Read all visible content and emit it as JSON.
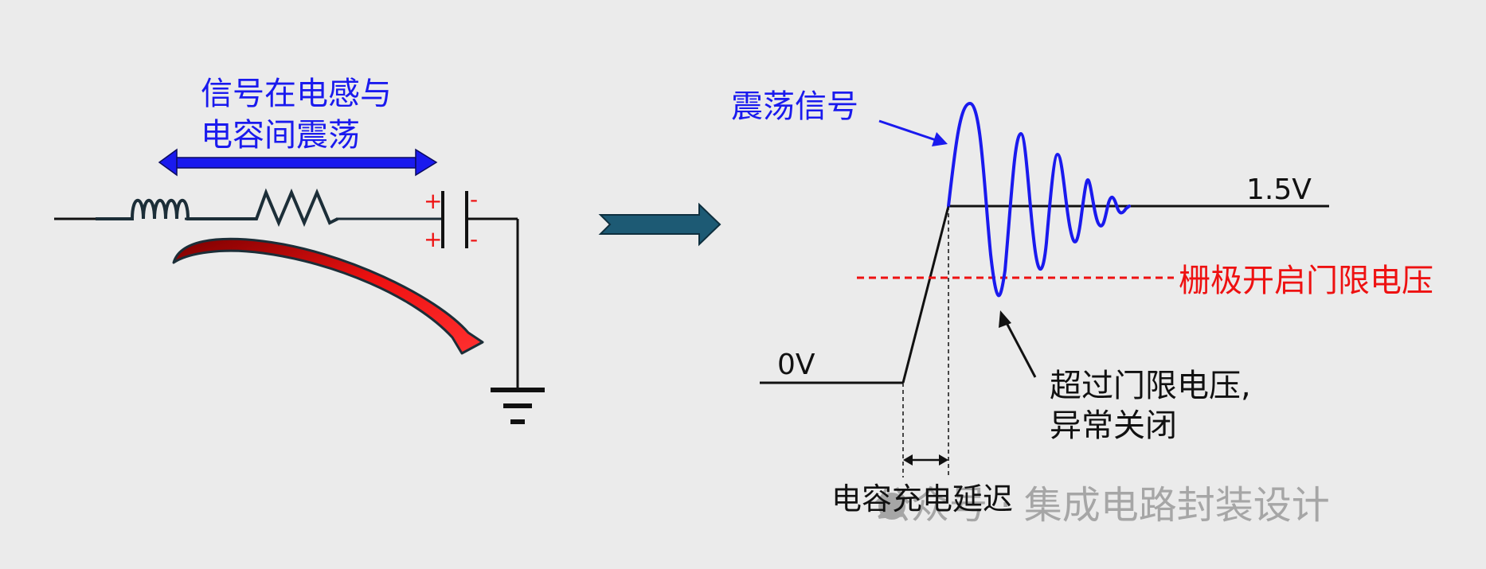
{
  "colors": {
    "background": "#ebebeb",
    "annotation_blue": "#1a1aee",
    "threshold_red": "#ee1111",
    "wire_black": "#111111",
    "component_dark": "#1c2e38",
    "arrow_teal": "#1d5a74",
    "watermark_gray": "#a6a6a6"
  },
  "circuit": {
    "oscillation_label_line1": "信号在电感与",
    "oscillation_label_line2": "电容间震荡",
    "cap_plus_top": "+",
    "cap_minus_top": "-",
    "cap_plus_bottom": "+",
    "cap_minus_bottom": "-"
  },
  "waveform": {
    "oscillation_signal_label": "震荡信号",
    "high_level_label": "1.5V",
    "low_level_label": "0V",
    "threshold_label": "栅极开启门限电压",
    "abnormal_note_line1": "超过门限电压,",
    "abnormal_note_line2": "异常关闭",
    "delay_label": "电容充电延迟"
  },
  "watermark": {
    "text": "公众号 · 集成电路封装设计"
  }
}
